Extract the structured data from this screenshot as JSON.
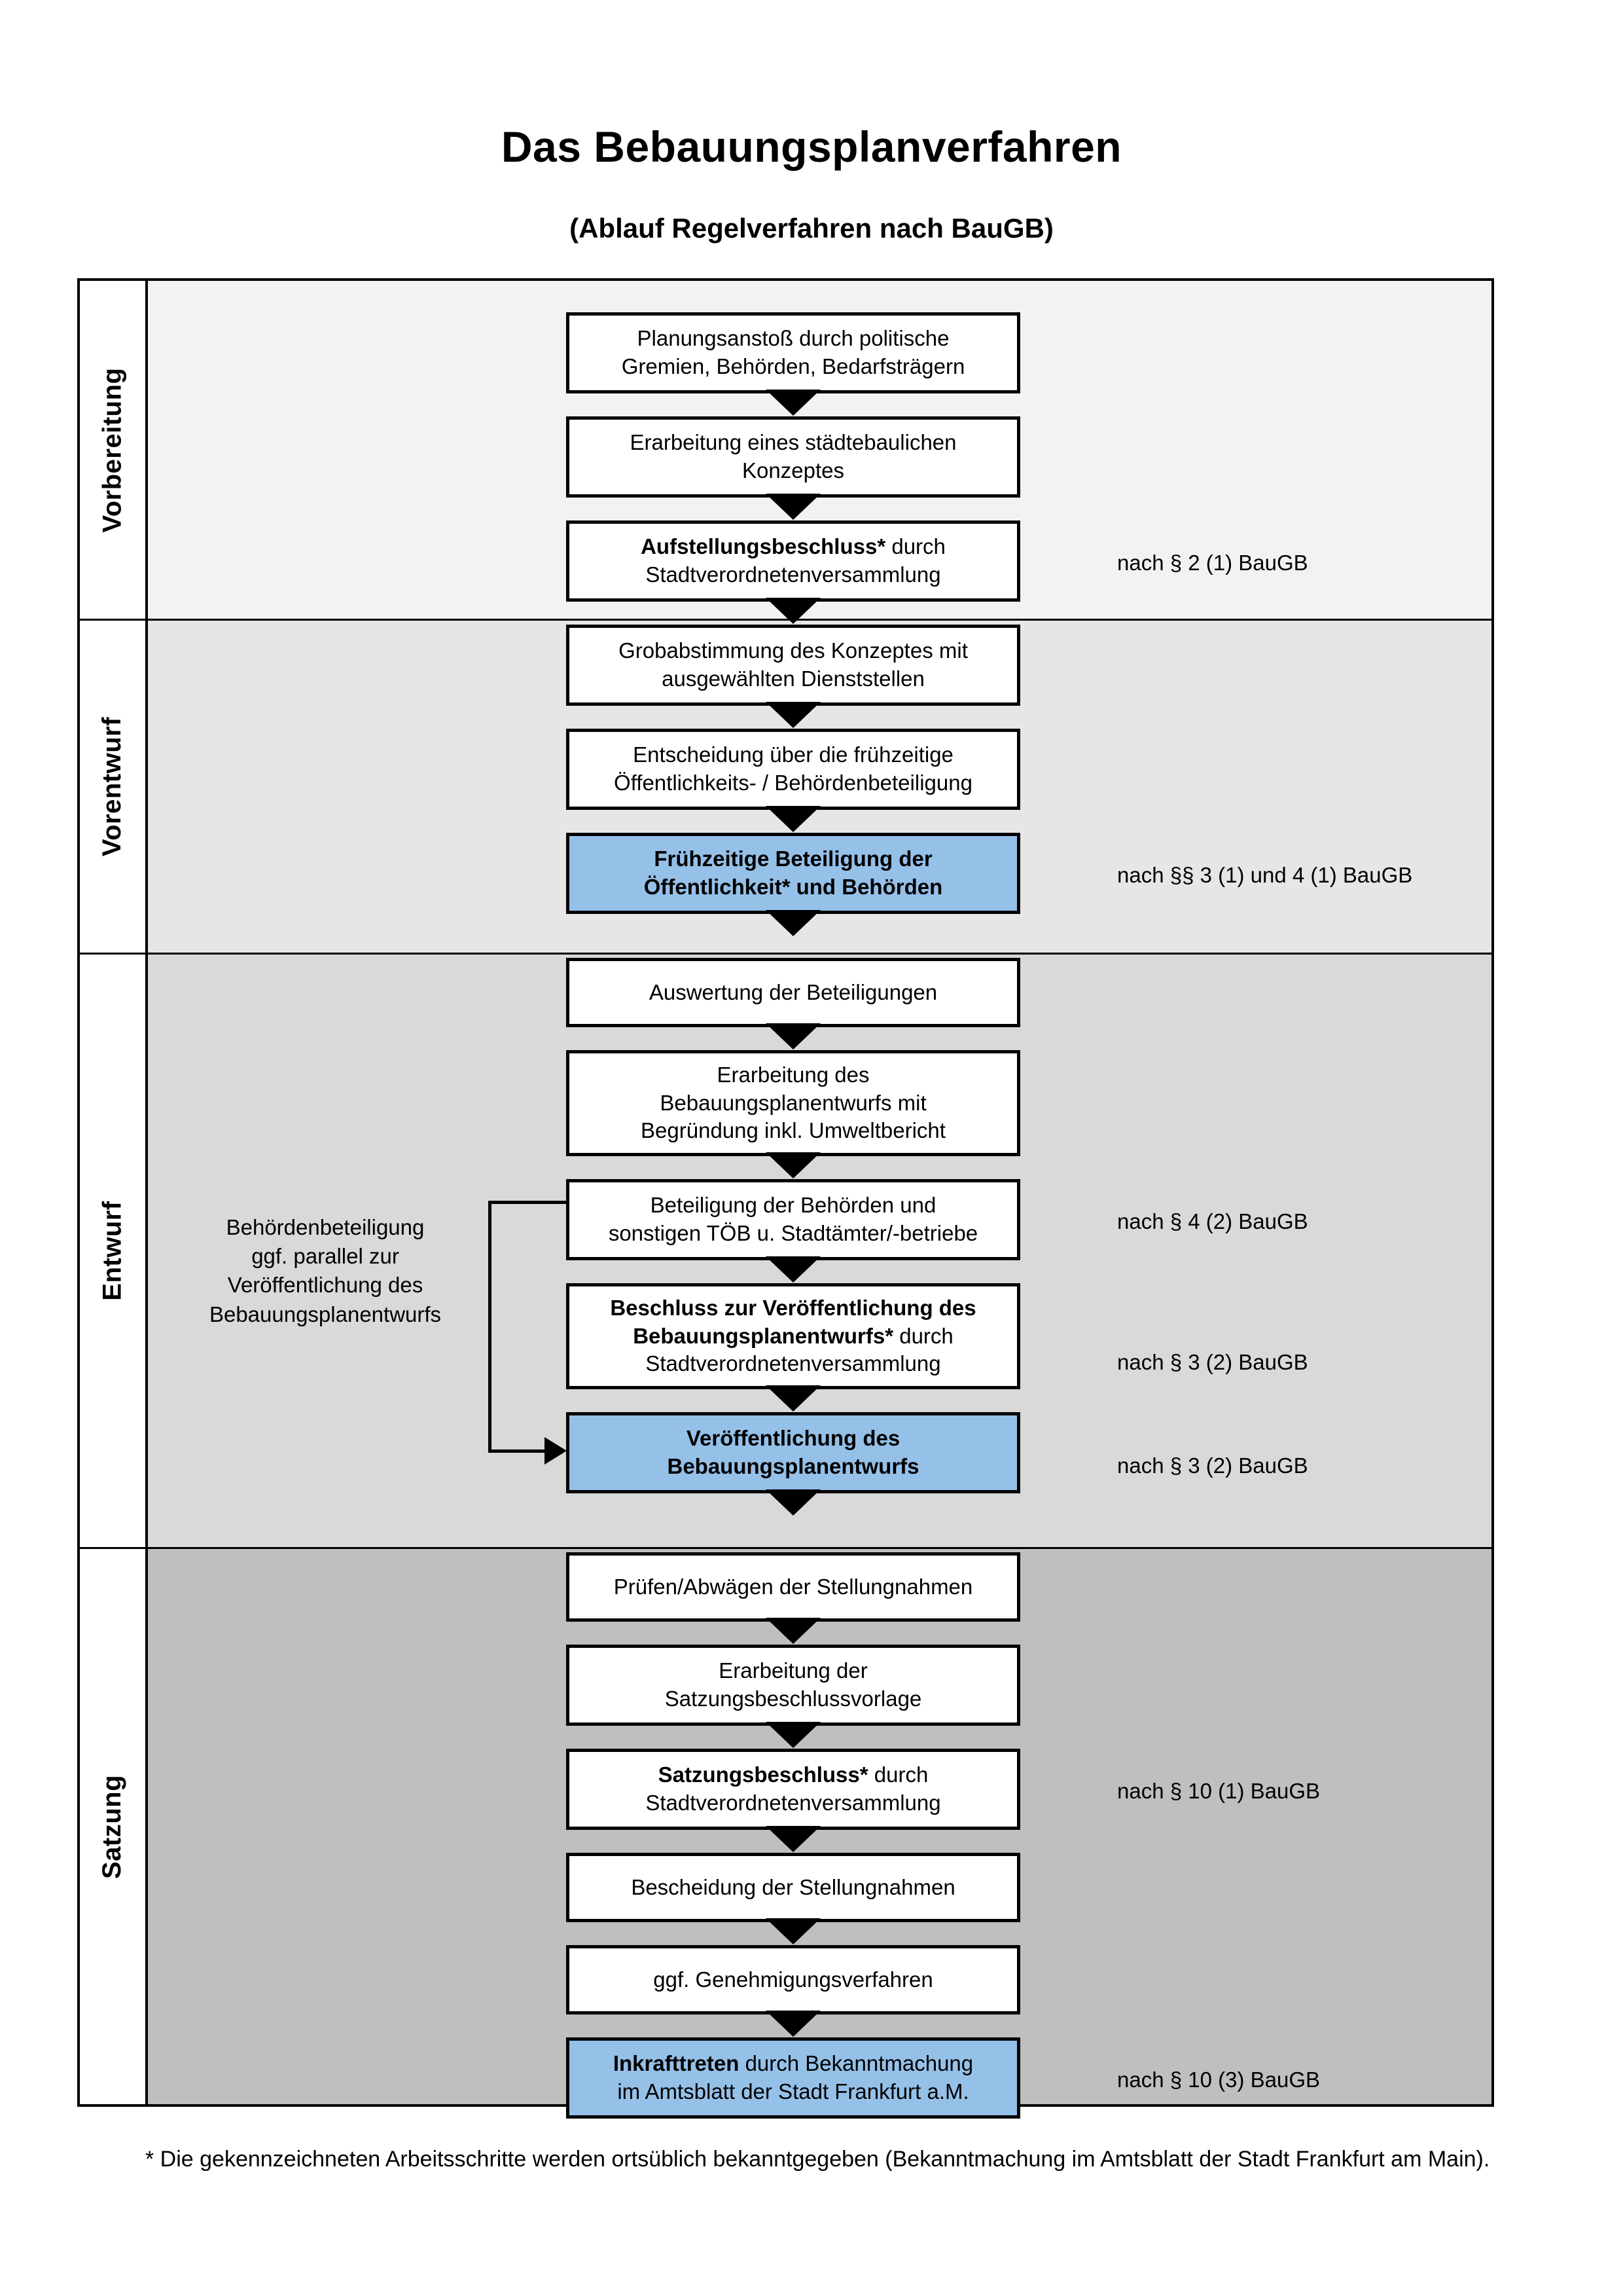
{
  "header": {
    "title": "Das Bebauungsplanverfahren",
    "subtitle": "(Ablauf Regelverfahren nach BauGB)"
  },
  "stages": [
    {
      "label": "Vorbereitung"
    },
    {
      "label": "Vorentwurf"
    },
    {
      "label": "Entwurf"
    },
    {
      "label": "Satzung"
    }
  ],
  "flow": {
    "nodes": [
      {
        "id": "n1",
        "stage": "Vorbereitung",
        "highlight": false,
        "lines": [
          {
            "text": "Planungsanstoß durch politische",
            "bold": false
          },
          {
            "text": "Gremien, Behörden, Bedarfsträgern",
            "bold": false
          }
        ]
      },
      {
        "id": "n2",
        "stage": "Vorbereitung",
        "highlight": false,
        "lines": [
          {
            "text": "Erarbeitung eines städtebaulichen",
            "bold": false
          },
          {
            "text": "Konzeptes",
            "bold": false
          }
        ]
      },
      {
        "id": "n3",
        "stage": "Vorbereitung",
        "highlight": false,
        "lines": [
          {
            "text": "Aufstellungsbeschluss*",
            "bold": true,
            "tail": " durch"
          },
          {
            "text": "Stadtverordnetenversammlung",
            "bold": false
          }
        ]
      },
      {
        "id": "n4",
        "stage": "Vorentwurf",
        "highlight": false,
        "lines": [
          {
            "text": "Grobabstimmung des Konzeptes mit",
            "bold": false
          },
          {
            "text": "ausgewählten Dienststellen",
            "bold": false
          }
        ]
      },
      {
        "id": "n5",
        "stage": "Vorentwurf",
        "highlight": false,
        "lines": [
          {
            "text": "Entscheidung über die frühzeitige",
            "bold": false
          },
          {
            "text": "Öffentlichkeits- / Behördenbeteiligung",
            "bold": false
          }
        ]
      },
      {
        "id": "n6",
        "stage": "Vorentwurf",
        "highlight": true,
        "lines": [
          {
            "text": "Frühzeitige Beteiligung der",
            "bold": true
          },
          {
            "text": "Öffentlichkeit* und Behörden",
            "bold": true
          }
        ]
      },
      {
        "id": "n7",
        "stage": "Entwurf",
        "highlight": false,
        "lines": [
          {
            "text": "Auswertung der Beteiligungen",
            "bold": false
          }
        ]
      },
      {
        "id": "n8",
        "stage": "Entwurf",
        "highlight": false,
        "lines": [
          {
            "text": "Erarbeitung des",
            "bold": false
          },
          {
            "text": "Bebauungsplanentwurfs mit",
            "bold": false
          },
          {
            "text": "Begründung inkl. Umweltbericht",
            "bold": false
          }
        ]
      },
      {
        "id": "n9",
        "stage": "Entwurf",
        "highlight": false,
        "lines": [
          {
            "text": "Beteiligung der Behörden und",
            "bold": false
          },
          {
            "text": "sonstigen TÖB u. Stadtämter/-betriebe",
            "bold": false
          }
        ]
      },
      {
        "id": "n10",
        "stage": "Entwurf",
        "highlight": false,
        "lines": [
          {
            "text": "Beschluss zur Veröffentlichung des",
            "bold": true
          },
          {
            "text": "Bebauungsplanentwurfs*",
            "bold": true,
            "tail": " durch"
          },
          {
            "text": "Stadtverordnetenversammlung",
            "bold": false
          }
        ]
      },
      {
        "id": "n11",
        "stage": "Entwurf",
        "highlight": true,
        "lines": [
          {
            "text": "Veröffentlichung des",
            "bold": true
          },
          {
            "text": "Bebauungsplanentwurfs",
            "bold": true
          }
        ]
      },
      {
        "id": "n12",
        "stage": "Satzung",
        "highlight": false,
        "lines": [
          {
            "text": "Prüfen/Abwägen der Stellungnahmen",
            "bold": false
          }
        ]
      },
      {
        "id": "n13",
        "stage": "Satzung",
        "highlight": false,
        "lines": [
          {
            "text": "Erarbeitung der",
            "bold": false
          },
          {
            "text": "Satzungsbeschlussvorlage",
            "bold": false
          }
        ]
      },
      {
        "id": "n14",
        "stage": "Satzung",
        "highlight": false,
        "lines": [
          {
            "text": "Satzungsbeschluss*",
            "bold": true,
            "tail": " durch"
          },
          {
            "text": "Stadtverordnetenversammlung",
            "bold": false
          }
        ]
      },
      {
        "id": "n15",
        "stage": "Satzung",
        "highlight": false,
        "lines": [
          {
            "text": "Bescheidung der Stellungnahmen",
            "bold": false
          }
        ]
      },
      {
        "id": "n16",
        "stage": "Satzung",
        "highlight": false,
        "lines": [
          {
            "text": "ggf. Genehmigungsverfahren",
            "bold": false
          }
        ]
      },
      {
        "id": "n17",
        "stage": "Satzung",
        "highlight": true,
        "lines": [
          {
            "text": "Inkrafttreten",
            "bold": true,
            "tail": " durch Bekanntmachung"
          },
          {
            "text": "im Amtsblatt der Stadt Frankfurt a.M.",
            "bold": false
          }
        ]
      }
    ]
  },
  "references": {
    "ref_aufstellungsbeschluss": "nach § 2 (1) BauGB",
    "ref_fruehzeitige_beteiligung": "nach §§ 3 (1) und 4 (1) BauGB",
    "ref_behoerdenbeteiligung": "nach § 4 (2) BauGB",
    "ref_veroeffentlichung_beschluss": "nach § 3 (2) BauGB",
    "ref_veroeffentlichung": "nach § 3 (2) BauGB",
    "ref_satzungsbeschluss": "nach § 10 (1) BauGB",
    "ref_inkrafttreten": "nach § 10 (3) BauGB"
  },
  "side_note": {
    "line1": "Behördenbeteiligung",
    "line2": "ggf. parallel zur",
    "line3": "Veröffentlichung des",
    "line4": "Bebauungsplanentwurfs"
  },
  "footnote": {
    "text": "* Die gekennzeichneten Arbeitsschritte werden ortsüblich bekanntgegeben (Bekanntmachung im Amtsblatt  der Stadt Frankfurt am Main)."
  },
  "colors": {
    "highlight_blue": "#95c0e8",
    "band_vorbereitung": "#f2f2f2",
    "band_vorentwurf": "#e6e6e6",
    "band_entwurf": "#d9d9d9",
    "band_satzung": "#bfbfbf",
    "stroke": "#000000"
  }
}
